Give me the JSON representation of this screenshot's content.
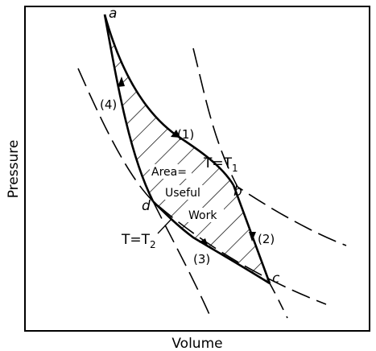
{
  "axes": {
    "x_label": "Volume",
    "y_label": "Pressure"
  },
  "points": {
    "a": "a",
    "b": "b",
    "c": "c",
    "d": "d"
  },
  "processes": {
    "p1": "(1)",
    "p2": "(2)",
    "p3": "(3)",
    "p4": "(4)"
  },
  "area_label": {
    "line1": "Area=",
    "line2": "Useful",
    "line3": "Work"
  },
  "isotherms": {
    "hot": {
      "prefix": "T=T",
      "sub": "1"
    },
    "cold": {
      "prefix": "T=T",
      "sub": "2"
    }
  }
}
